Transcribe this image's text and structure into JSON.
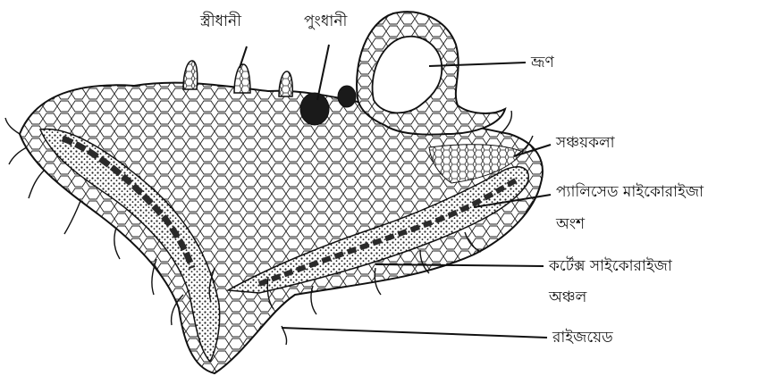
{
  "labels": {
    "archegonia": "স্ত্রীধানী",
    "antheridia": "পুংধানী",
    "embryo": "ভ্রূণ",
    "storage_tissue": "সঞ্চয়কলা",
    "palisade_line1": "প্যালিসেড মাইকোরাইজা",
    "palisade_line2": "অংশ",
    "cortex_line1": "কর্টেক্স সাইকোরাইজা",
    "cortex_line2": "অঞ্চল",
    "rhizoid": "রাইজয়েড"
  },
  "colors": {
    "ink": "#111111",
    "cell_fill": "#ffffff",
    "dark_tissue": "#2a2a2a"
  }
}
